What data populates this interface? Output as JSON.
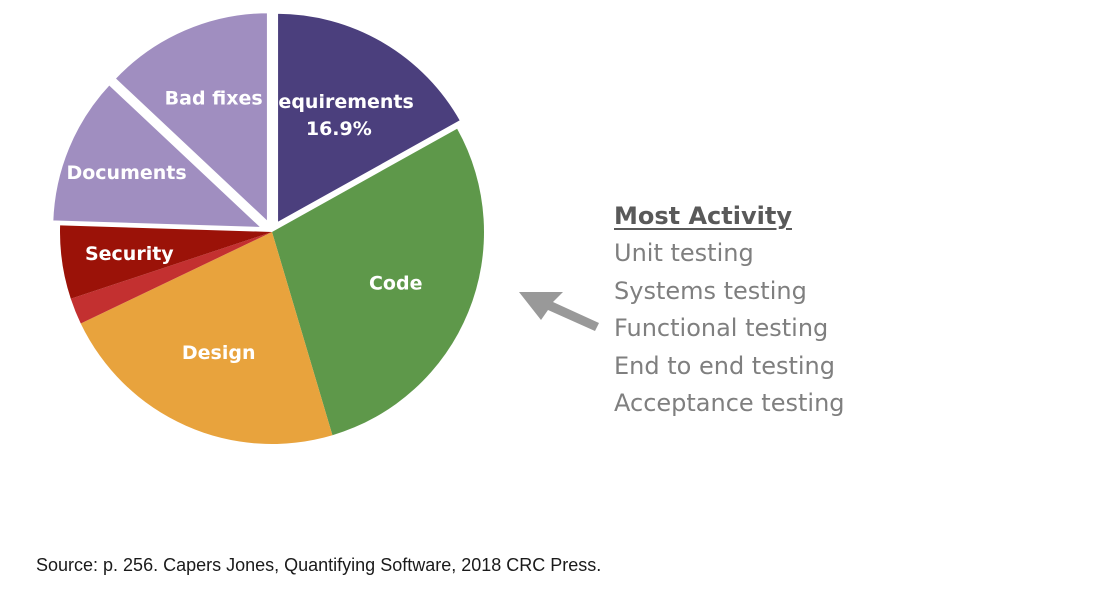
{
  "chart_data": {
    "type": "pie",
    "slices": [
      {
        "label": "Requirements",
        "value": 16.9,
        "value_label": "16.9%",
        "color": "#4b3f7d",
        "exploded": true
      },
      {
        "label": "Code",
        "value": 28.5,
        "value_label": "",
        "color": "#5e984a",
        "exploded": false
      },
      {
        "label": "Design",
        "value": 22.5,
        "value_label": "",
        "color": "#e8a33d",
        "exploded": false
      },
      {
        "label": "",
        "value": 2.0,
        "value_label": "",
        "color": "#c33030",
        "exploded": false
      },
      {
        "label": "Security",
        "value": 5.6,
        "value_label": "",
        "color": "#9b1208",
        "exploded": false
      },
      {
        "label": "Documents",
        "value": 11.5,
        "value_label": "",
        "color": "#a08ec0",
        "exploded": true
      },
      {
        "label": "Bad fixes",
        "value": 13.0,
        "value_label": "",
        "color": "#a08ec0",
        "exploded": true
      }
    ],
    "start": "top, clockwise"
  },
  "activity": {
    "heading": "Most Activity",
    "items": [
      "Unit testing",
      "Systems testing",
      "Functional testing",
      "End to end testing",
      "Acceptance testing"
    ]
  },
  "colors": {
    "arrow": "#999999",
    "heading": "#595959",
    "item": "#7f7f7f"
  },
  "source": "Source: p. 256. Capers Jones, Quantifying Software, 2018 CRC Press."
}
